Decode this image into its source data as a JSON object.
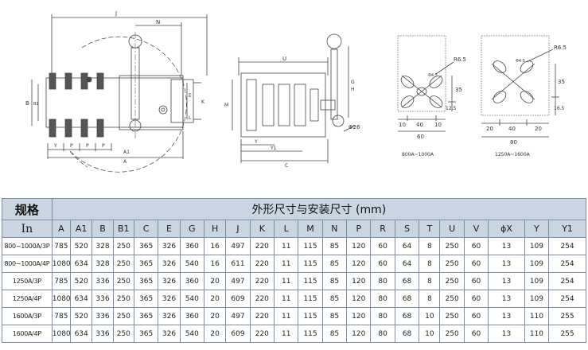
{
  "drawing": {
    "front_dims": [
      "J",
      "N",
      "B",
      "B1",
      "Y",
      "P",
      "A1",
      "A",
      "E",
      "L",
      "K"
    ],
    "side_dims": [
      "U",
      "M",
      "G",
      "H",
      "Y",
      "Y1",
      "C"
    ],
    "side_hole": "Φ26",
    "mount_small": {
      "radius": "R6.5",
      "hole": "Φ4.5",
      "height_top": "35",
      "height_bottom": "12.5",
      "seg_left": "10",
      "seg_mid": "40",
      "seg_right": "10",
      "width": "60",
      "caption": "800A~1000A"
    },
    "mount_large": {
      "radius": "R6.5",
      "hole": "Φ4.5",
      "height_top": "35",
      "height_bottom": "16.5",
      "seg_left": "20",
      "seg_mid": "40",
      "seg_right": "20",
      "width": "80",
      "caption": "1250A~1600A"
    }
  },
  "table": {
    "header_label": "规格",
    "header_title": "外形尺寸与安装尺寸 (mm)",
    "columns": [
      "In",
      "A",
      "A1",
      "B",
      "B1",
      "C",
      "E",
      "G",
      "H",
      "J",
      "K",
      "L",
      "M",
      "N",
      "P",
      "R",
      "S",
      "T",
      "U",
      "V",
      "ϕX",
      "Y",
      "Y1"
    ],
    "rows": [
      [
        "800~1000A/3P",
        "785",
        "520",
        "328",
        "250",
        "365",
        "326",
        "360",
        "16",
        "497",
        "220",
        "11",
        "115",
        "85",
        "120",
        "60",
        "64",
        "8",
        "250",
        "60",
        "13",
        "109",
        "254"
      ],
      [
        "800~1000A/4P",
        "1080",
        "634",
        "328",
        "250",
        "365",
        "326",
        "540",
        "16",
        "611",
        "220",
        "11",
        "115",
        "85",
        "120",
        "60",
        "64",
        "8",
        "250",
        "60",
        "13",
        "109",
        "254"
      ],
      [
        "1250A/3P",
        "785",
        "520",
        "336",
        "250",
        "365",
        "326",
        "360",
        "20",
        "497",
        "220",
        "11",
        "115",
        "85",
        "120",
        "80",
        "68",
        "8",
        "250",
        "60",
        "13",
        "109",
        "254"
      ],
      [
        "1250A/4P",
        "1080",
        "634",
        "336",
        "250",
        "365",
        "326",
        "540",
        "20",
        "609",
        "220",
        "11",
        "115",
        "85",
        "120",
        "80",
        "68",
        "8",
        "250",
        "60",
        "13",
        "109",
        "254"
      ],
      [
        "1600A/3P",
        "785",
        "520",
        "336",
        "250",
        "365",
        "326",
        "360",
        "20",
        "497",
        "220",
        "11",
        "115",
        "85",
        "120",
        "80",
        "68",
        "10",
        "250",
        "60",
        "13",
        "110",
        "255"
      ],
      [
        "1600A/4P",
        "1080",
        "634",
        "336",
        "250",
        "365",
        "326",
        "540",
        "20",
        "609",
        "220",
        "11",
        "115",
        "85",
        "120",
        "80",
        "68",
        "10",
        "250",
        "60",
        "13",
        "110",
        "255"
      ]
    ]
  }
}
